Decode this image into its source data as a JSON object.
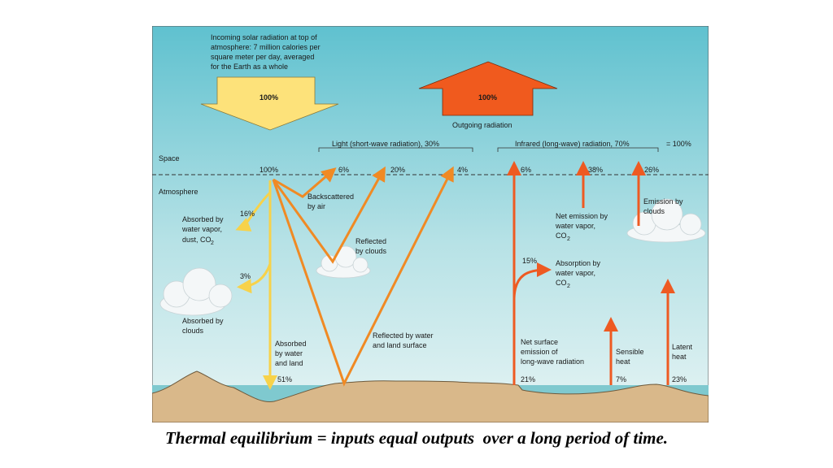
{
  "diagram": {
    "incoming_text": [
      "Incoming solar radiation at top of",
      "atmosphere: 7 million calories per",
      "square meter per day, averaged",
      "for the Earth as a whole"
    ],
    "incoming_pct": "100%",
    "outgoing_pct": "100%",
    "outgoing_label": "Outgoing radiation",
    "space_label": "Space",
    "atmosphere_label": "Atmosphere",
    "light_bracket": "Light (short-wave radiation), 30%",
    "infrared_bracket": "Infrared (long-wave) radiation, 70%",
    "equals_100": "= 100%",
    "pct_100_top": "100%",
    "pct_6_light": "6%",
    "pct_20": "20%",
    "pct_4": "4%",
    "pct_6_ir": "6%",
    "pct_38": "38%",
    "pct_26": "26%",
    "pct_16": "16%",
    "pct_3": "3%",
    "pct_51": "51%",
    "pct_15": "15%",
    "pct_21": "21%",
    "pct_7": "7%",
    "pct_23": "23%",
    "backscatter": [
      "Backscattered",
      "by air"
    ],
    "absorbed_vapor": [
      "Absorbed by",
      "water vapor,",
      "dust, CO"
    ],
    "absorbed_clouds": [
      "Absorbed by",
      "clouds"
    ],
    "reflected_clouds": [
      "Reflected",
      "by clouds"
    ],
    "absorbed_water_land": [
      "Absorbed",
      "by water",
      "and land"
    ],
    "reflected_water": [
      "Reflected by water",
      "and land surface"
    ],
    "net_emission": [
      "Net emission by",
      "water vapor,",
      "CO"
    ],
    "emission_clouds": [
      "Emission by",
      "clouds"
    ],
    "absorption_vapor": [
      "Absorption by",
      "water vapor,",
      "CO"
    ],
    "net_surface": [
      "Net surface",
      "emission of",
      "long-wave radiation"
    ],
    "sensible": [
      "Sensible",
      "heat"
    ],
    "latent": [
      "Latent",
      "heat"
    ],
    "subscript_2": "2",
    "colors": {
      "sky_top": "#5fc1cf",
      "sky_bottom": "#e4f3f4",
      "incoming_yellow": "#fde27a",
      "outgoing_red": "#f05a1e",
      "light_orange": "#f08a24",
      "yellow_arrow": "#f7d24a",
      "ir_red": "#ee5a22",
      "ground": "#d9b88a",
      "water": "#7fc9cf"
    }
  },
  "caption": "Thermal equilibrium = inputs equal outputs  over a long period of time."
}
